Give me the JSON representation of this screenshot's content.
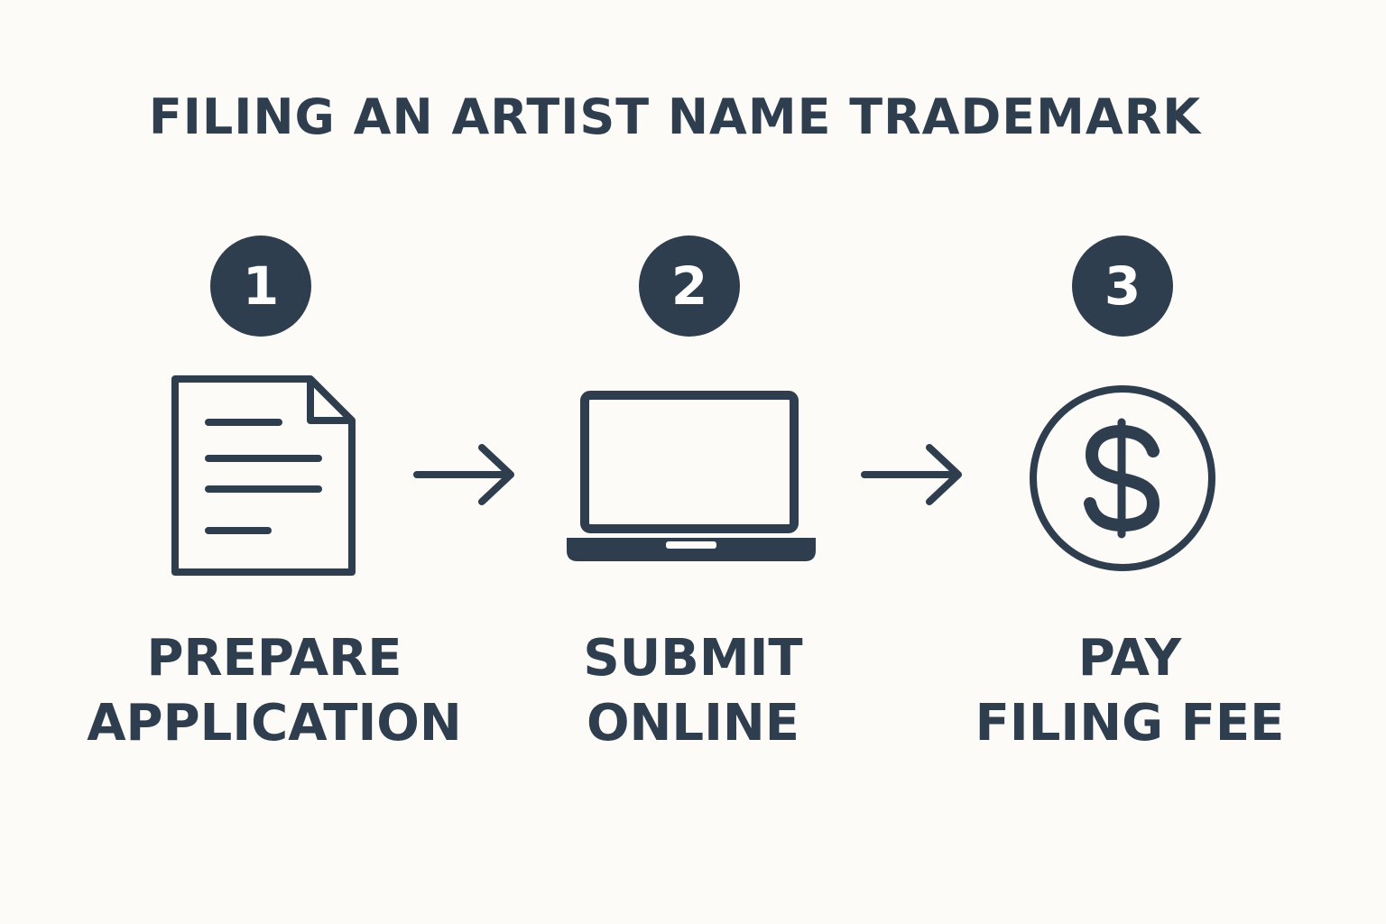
{
  "title": "FILING AN ARTIST NAME TRADEMARK",
  "colors": {
    "background": "#fcfbf7",
    "primary": "#2f3e4f",
    "badge_text": "#ffffff"
  },
  "steps": [
    {
      "number": "1",
      "icon": "document-icon",
      "label_line1": "PREPARE",
      "label_line2": "APPLICATION"
    },
    {
      "number": "2",
      "icon": "laptop-icon",
      "label_line1": "SUBMIT",
      "label_line2": "ONLINE"
    },
    {
      "number": "3",
      "icon": "dollar-coin-icon",
      "label_line1": "PAY",
      "label_line2": "FILING FEE"
    }
  ],
  "connectors": [
    "arrow-right-icon",
    "arrow-right-icon"
  ]
}
